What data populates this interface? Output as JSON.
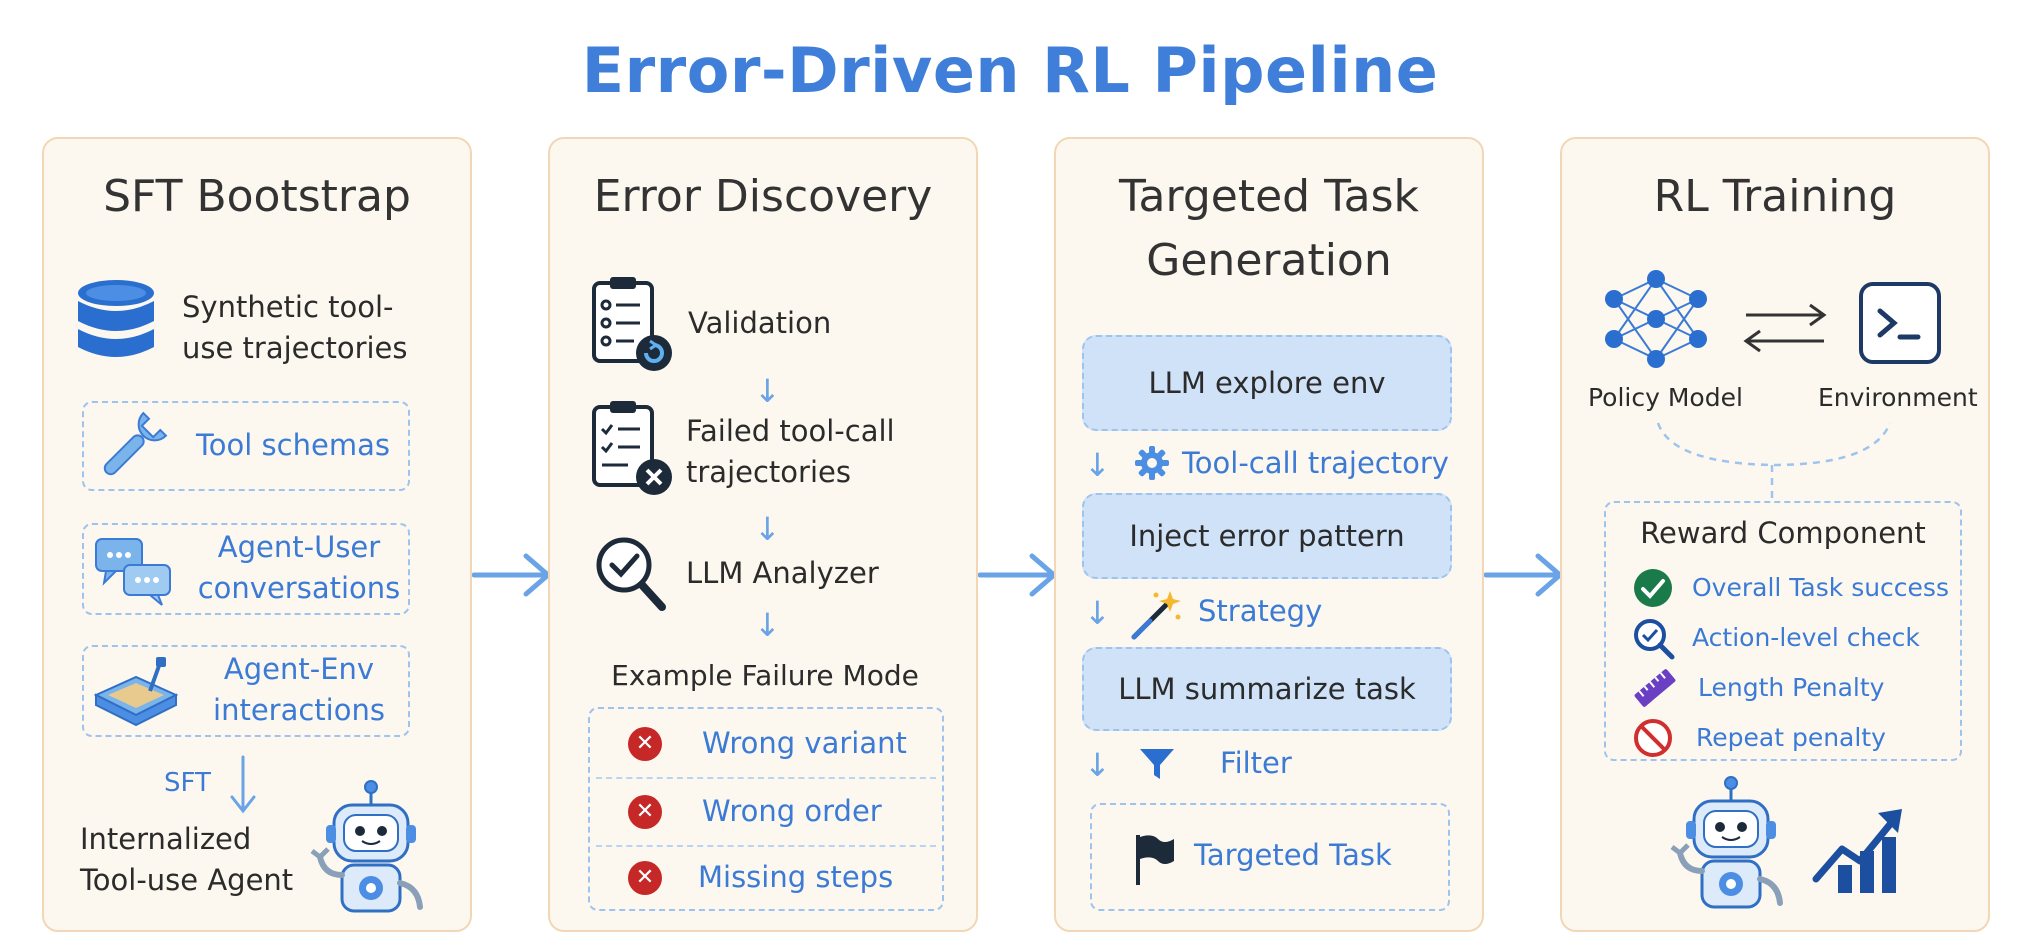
{
  "title": "Error-Driven RL Pipeline",
  "panels": {
    "sft": {
      "title": "SFT Bootstrap",
      "synthetic": [
        "Synthetic tool-",
        "use trajectories"
      ],
      "tool_schemas": "Tool schemas",
      "agent_user": [
        "Agent-User",
        "conversations"
      ],
      "agent_env": [
        "Agent-Env",
        "interactions"
      ],
      "sft_label": "SFT",
      "result": [
        "Internalized",
        "Tool-use Agent"
      ]
    },
    "error": {
      "title": "Error Discovery",
      "validation": "Validation",
      "failed": [
        "Failed tool-call",
        "trajectories"
      ],
      "analyzer": "LLM Analyzer",
      "example_title": "Example Failure Mode",
      "failure_modes": [
        "Wrong variant",
        "Wrong order",
        "Missing steps"
      ]
    },
    "task": {
      "title": [
        "Targeted Task",
        "Generation"
      ],
      "explore": "LLM explore env",
      "trajectory": "Tool-call trajectory",
      "inject": "Inject error pattern",
      "strategy": "Strategy",
      "summarize": "LLM summarize task",
      "filter": "Filter",
      "targeted": "Targeted Task"
    },
    "rl": {
      "title": "RL Training",
      "policy": "Policy Model",
      "environment": "Environment",
      "reward_title": "Reward Component",
      "rewards": [
        "Overall Task success",
        "Action-level check",
        "Length Penalty",
        "Repeat penalty"
      ]
    }
  },
  "colors": {
    "title_blue": "#3f7fd9",
    "panel_bg": "#fdf8ef",
    "panel_border": "#f1d7b6",
    "step_fill": "#cfe2f8",
    "fail_red": "#c62828",
    "success_green": "#1b7a4a"
  },
  "icons": [
    "database-icon",
    "wrench-icon",
    "chat-bubbles-icon",
    "sandbox-icon",
    "robot-icon",
    "clipboard-refresh-icon",
    "clipboard-x-icon",
    "magnifier-check-icon",
    "x-circle-icon",
    "gear-icon",
    "magic-wand-icon",
    "filter-icon",
    "flag-icon",
    "neural-network-icon",
    "terminal-icon",
    "check-circle-icon",
    "search-check-icon",
    "ruler-icon",
    "no-entry-icon",
    "growth-chart-icon"
  ]
}
